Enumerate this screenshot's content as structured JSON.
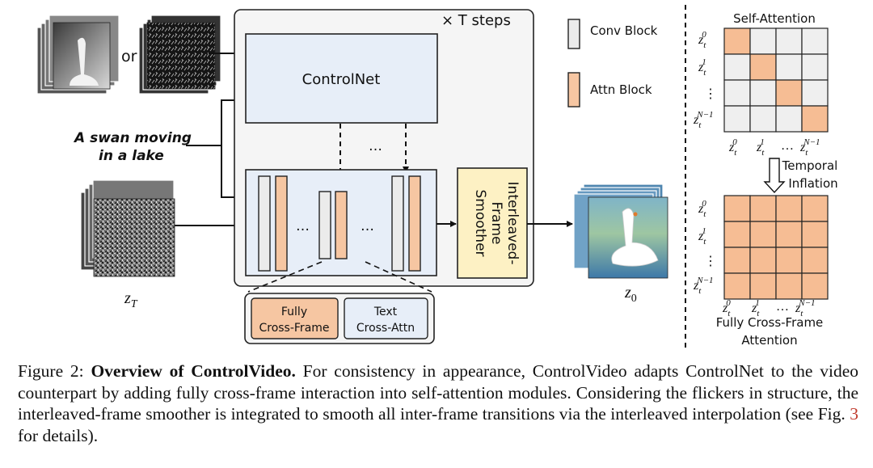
{
  "diagram": {
    "or_label": "or",
    "prompt_line1": "A swan moving",
    "prompt_line2": "in a lake",
    "zT_label": "z",
    "zT_sub": "T",
    "steps_label": "× T steps",
    "controlnet_label": "ControlNet",
    "dots": "…",
    "smoother_line1": "Interleaved-",
    "smoother_line2": "Frame",
    "smoother_line3": "Smoother",
    "z0_label": "z",
    "z0_sub": "0",
    "legend_conv": "Conv Block",
    "legend_attn": "Attn Block",
    "fully_line1": "Fully",
    "fully_line2": "Cross-Frame",
    "text_line1": "Text",
    "text_line2": "Cross-Attn",
    "self_attention_title": "Self-Attention",
    "temporal_line1": "Temporal",
    "temporal_line2": "Inflation",
    "fcf_line1": "Fully Cross-Frame",
    "fcf_line2": "Attention",
    "z_base": "z",
    "t_sub": "t",
    "sup_0": "0",
    "sup_1": "1",
    "sup_n": "N−1",
    "vdots": "⋮"
  },
  "caption": {
    "figure_label": "Figure 2:",
    "title": "Overview of ControlVideo.",
    "body_1": " For consistency in appearance, ControlVideo adapts ControlNet to the video counterpart by adding fully cross-frame interaction into self-attention modules. Considering the flickers in structure, the interleaved-frame smoother is integrated to smooth all inter-frame transitions via the interleaved interpolation (see Fig. ",
    "fig_ref": "3",
    "body_2": " for details)."
  },
  "colors": {
    "conv_block": "#ebebeb",
    "attn_block": "#f6c6a2",
    "controlnet_fill": "#e7eef8",
    "smoother_fill": "#fdf1c4",
    "outer_fill": "#f5f5f5",
    "attention_on": "#f6bd94",
    "attention_off": "#efefef",
    "fig_ref": "#c0392b"
  }
}
